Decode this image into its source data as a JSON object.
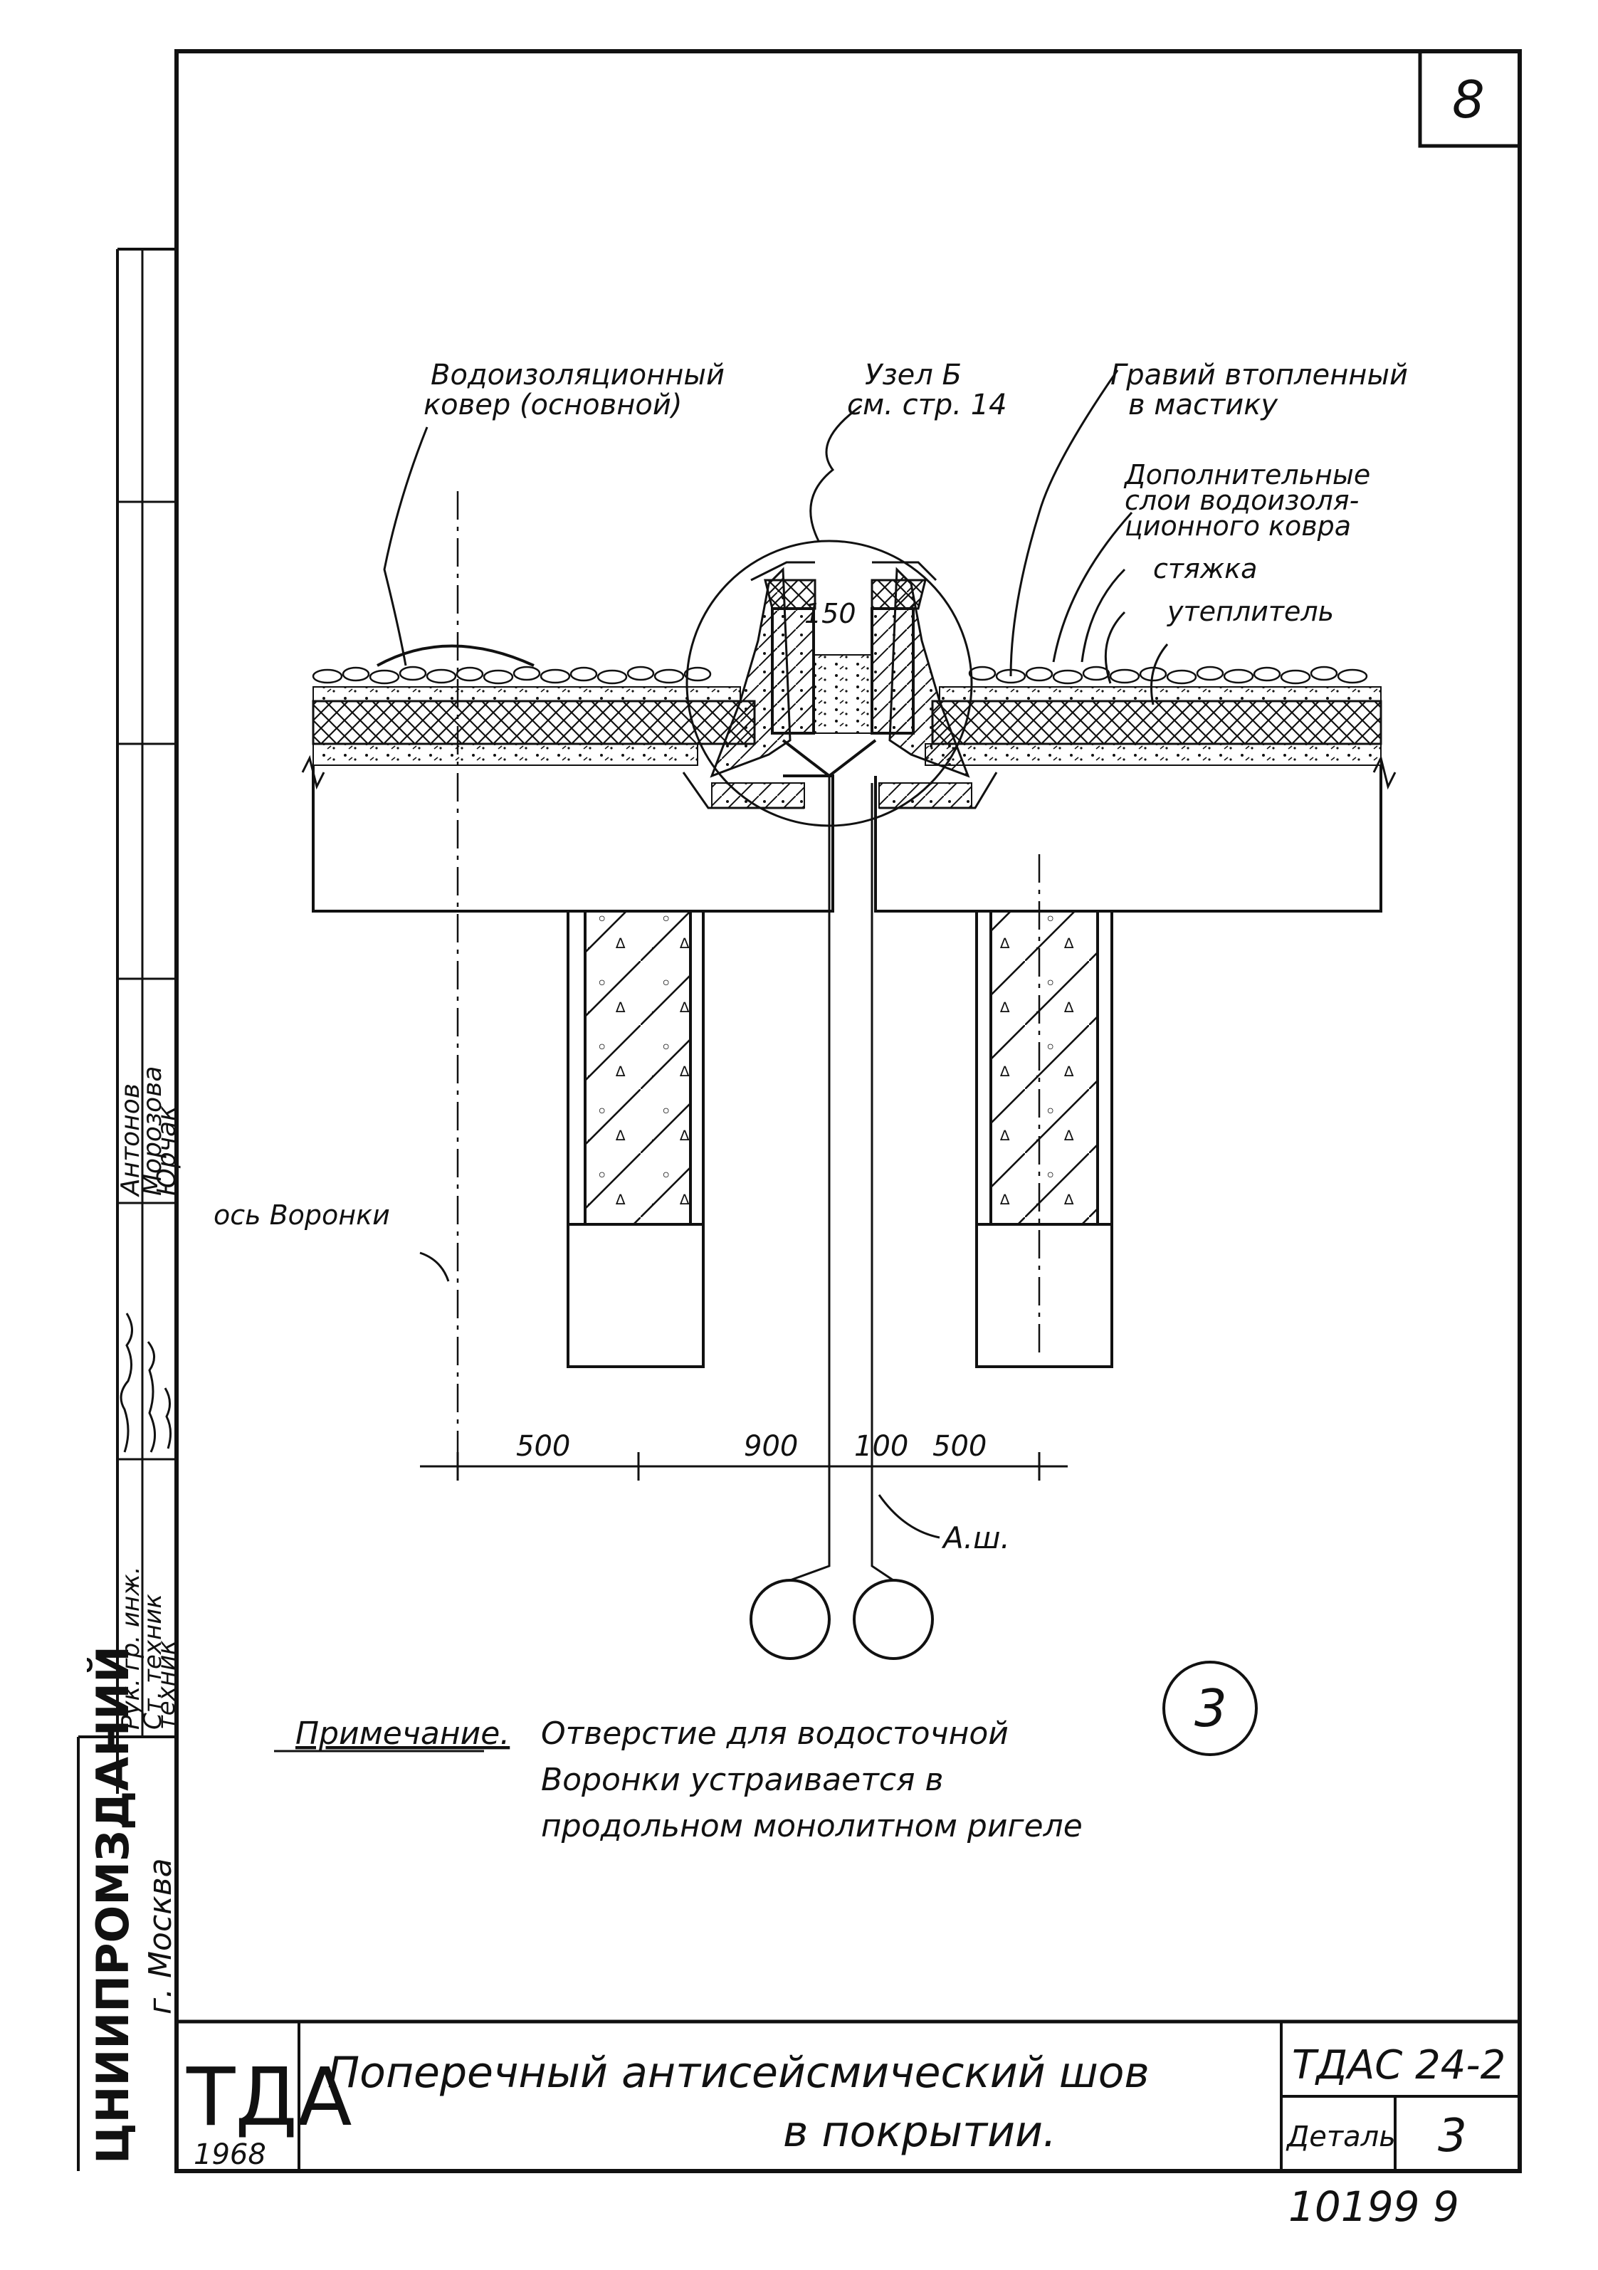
{
  "sheet": {
    "page_number": "8",
    "detail_number": "3",
    "bottom_number": "10199  9"
  },
  "labels": {
    "waterproof_carpet_line1": "Водоизоляционный",
    "waterproof_carpet_line2": "ковер (основной)",
    "node_b_line1": "Узел Б",
    "node_b_line2": "см. стр. 14",
    "gravel_line1": "Гравий втопленный",
    "gravel_line2": "в мастику",
    "extra_layers_line1": "Дополнительные",
    "extra_layers_line2": "слои водоизоля-",
    "extra_layers_line3": "ционного ковра",
    "screed": "стяжка",
    "insulation": "утеплитель",
    "funnel_axis": "ось Воронки",
    "seam_mark": "А.ш.",
    "inner_dim": "150",
    "dim_500_left": "500",
    "dim_900": "900",
    "dim_100": "100",
    "dim_500_right": "500"
  },
  "note": {
    "title": "Примечание.",
    "line1": "Отверстие для водосточной",
    "line2": "Воронки устраивается в",
    "line3": "продольном монолитном ригеле"
  },
  "side_stamp": {
    "roles": [
      "Рук. гр. инж.",
      "Ст. техник",
      "техник"
    ],
    "names": [
      "Антонов",
      "Морозова",
      "Юрчак"
    ],
    "organization": "ЦНИИПРОМЗДАНИЙ",
    "city": "г. Москва"
  },
  "title_block": {
    "logo": "ТДА",
    "year": "1968",
    "title_line1": "Поперечный антисейсмический шов",
    "title_line2": "в покрытии.",
    "code": "ТДАС 24-2",
    "detail_label": "Деталь",
    "detail_value": "3"
  }
}
